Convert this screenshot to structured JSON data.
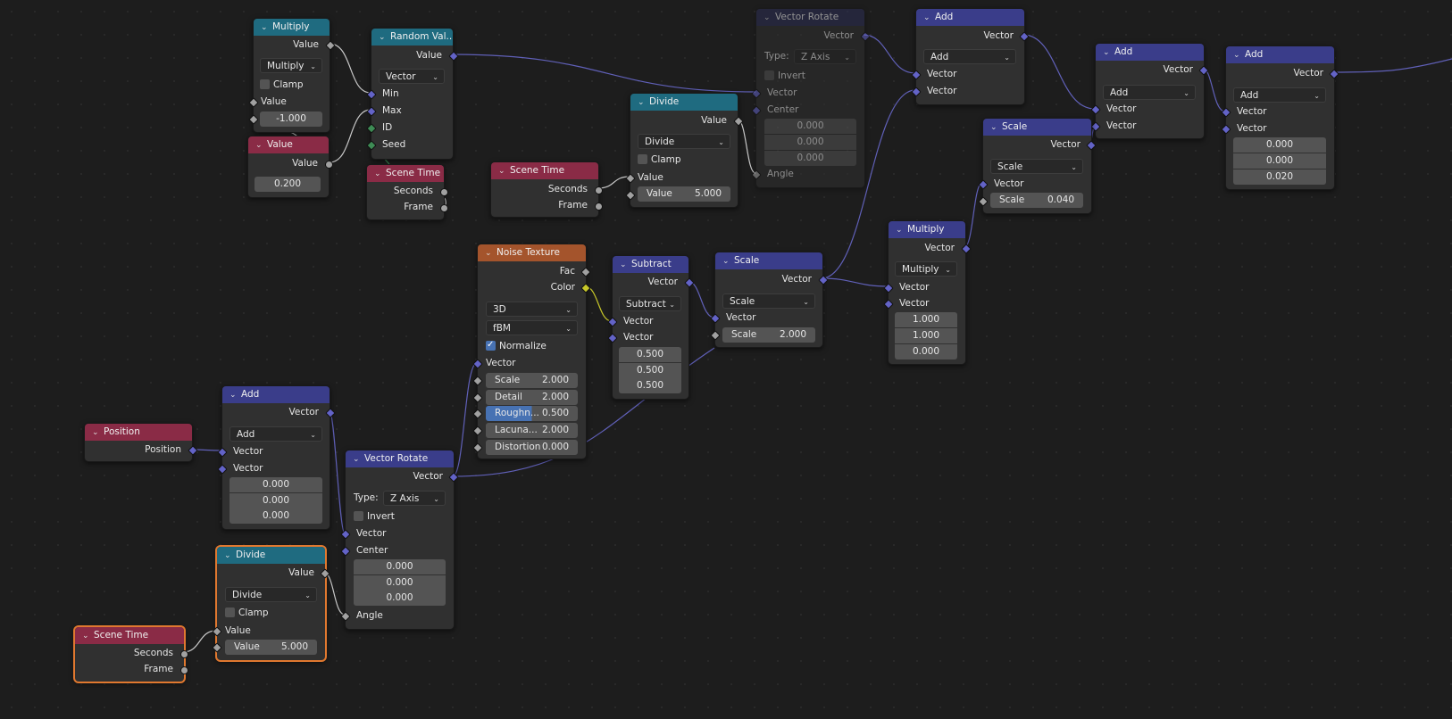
{
  "labels": {
    "value": "Value",
    "vector": "Vector",
    "clamp": "Clamp",
    "min": "Min",
    "max": "Max",
    "id": "ID",
    "seed": "Seed",
    "seconds": "Seconds",
    "frame": "Frame",
    "fac": "Fac",
    "color": "Color",
    "center": "Center",
    "angle": "Angle",
    "invert": "Invert",
    "type": "Type:",
    "position": "Position",
    "normalize": "Normalize",
    "scale": "Scale"
  },
  "nodes": {
    "multiply_top": {
      "title": "Multiply",
      "op": "Multiply",
      "value2": "-1.000"
    },
    "value_node": {
      "title": "Value",
      "value": "0.200"
    },
    "random_value": {
      "title": "Random Val...",
      "data_type": "Vector"
    },
    "scene_time_1": {
      "title": "Scene Time"
    },
    "scene_time_2": {
      "title": "Scene Time"
    },
    "divide_top": {
      "title": "Divide",
      "op": "Divide",
      "value2": "5.000"
    },
    "vector_rotate_top": {
      "title": "Vector Rotate",
      "type": "Z Axis",
      "center": [
        "0.000",
        "0.000",
        "0.000"
      ]
    },
    "add_1": {
      "title": "Add",
      "op": "Add"
    },
    "add_2": {
      "title": "Add",
      "op": "Add"
    },
    "add_3": {
      "title": "Add",
      "op": "Add",
      "v": [
        "0.000",
        "0.000",
        "0.020"
      ]
    },
    "scale_top": {
      "title": "Scale",
      "op": "Scale",
      "scale": "0.040"
    },
    "multiply_vec": {
      "title": "Multiply",
      "op": "Multiply",
      "v": [
        "1.000",
        "1.000",
        "0.000"
      ]
    },
    "scale_mid": {
      "title": "Scale",
      "op": "Scale",
      "scale": "2.000"
    },
    "subtract": {
      "title": "Subtract",
      "op": "Subtract",
      "v": [
        "0.500",
        "0.500",
        "0.500"
      ]
    },
    "noise": {
      "title": "Noise Texture",
      "dim": "3D",
      "type": "fBM",
      "fields": [
        {
          "label": "Scale",
          "value": "2.000"
        },
        {
          "label": "Detail",
          "value": "2.000"
        },
        {
          "label": "Roughn...",
          "value": "0.500"
        },
        {
          "label": "Lacuna...",
          "value": "2.000"
        },
        {
          "label": "Distortion",
          "value": "0.000"
        }
      ]
    },
    "position": {
      "title": "Position"
    },
    "add_bottom": {
      "title": "Add",
      "op": "Add",
      "v": [
        "0.000",
        "0.000",
        "0.000"
      ]
    },
    "vector_rotate_bottom": {
      "title": "Vector Rotate",
      "type": "Z Axis",
      "center": [
        "0.000",
        "0.000",
        "0.000"
      ]
    },
    "divide_bottom": {
      "title": "Divide",
      "op": "Divide",
      "value2": "5.000"
    },
    "scene_time_3": {
      "title": "Scene Time"
    }
  },
  "colors": {
    "math_header": "#1f6b80",
    "vector_header": "#3a3d8a",
    "input_header": "#8a2b46",
    "texture_header": "#a4542c",
    "selection": "#e0782f",
    "vector_socket": "#6363c7",
    "float_socket": "#a1a1a1",
    "color_socket": "#c7c729"
  }
}
